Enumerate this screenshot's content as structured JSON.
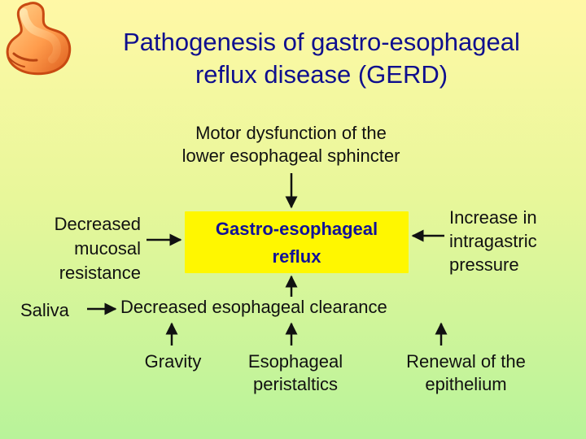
{
  "title": {
    "line1": "Pathogenesis of gastro-esophageal",
    "line2": "reflux disease (GERD)"
  },
  "icons": {
    "stomach": "stomach-illustration"
  },
  "diagram": {
    "center": "Gastro-esophageal\nreflux",
    "motor": "Motor dysfunction of the\nlower esophageal sphincter",
    "decreased_mucosal": "Decreased\nmucosal\nresistance",
    "increase_pressure": "Increase in\nintragastric\npressure",
    "saliva": "Saliva",
    "clearance": "Decreased esophageal clearance",
    "gravity": "Gravity",
    "peristaltics": "Esophageal\nperistaltics",
    "renewal": "Renewal of the\nepithelium"
  },
  "colors": {
    "title": "#0f0f8e",
    "box_fill": "#fff700",
    "box_text": "#111199",
    "arrow": "#111111"
  }
}
